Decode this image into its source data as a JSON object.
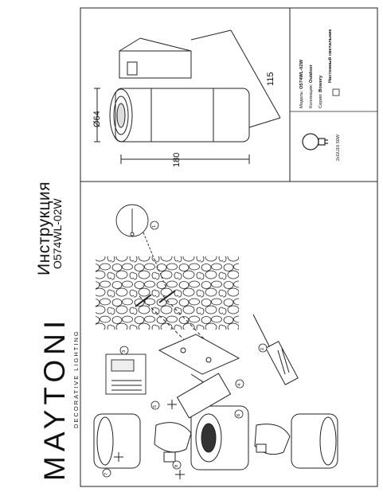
{
  "brand": {
    "name": "MAYTONI",
    "tagline": "DECORATIVE LIGHTING"
  },
  "header": {
    "title": "Инструкция",
    "model": "O574WL-02W"
  },
  "dimensions": {
    "diameter": "Ø64",
    "depth": "115",
    "length": "180"
  },
  "specs": {
    "model_label": "Модель:",
    "model_value": "O574WL-02W",
    "collection_label": "Коллекция:",
    "collection_value": "Outdoor",
    "series_label": "Серия:",
    "series_value": "Bowery",
    "type_value": "Настенный светильник"
  },
  "bulb": {
    "label": "2xGU10 50W"
  },
  "steps": [
    "1",
    "2",
    "3",
    "4",
    "5",
    "6",
    "7",
    "8"
  ]
}
